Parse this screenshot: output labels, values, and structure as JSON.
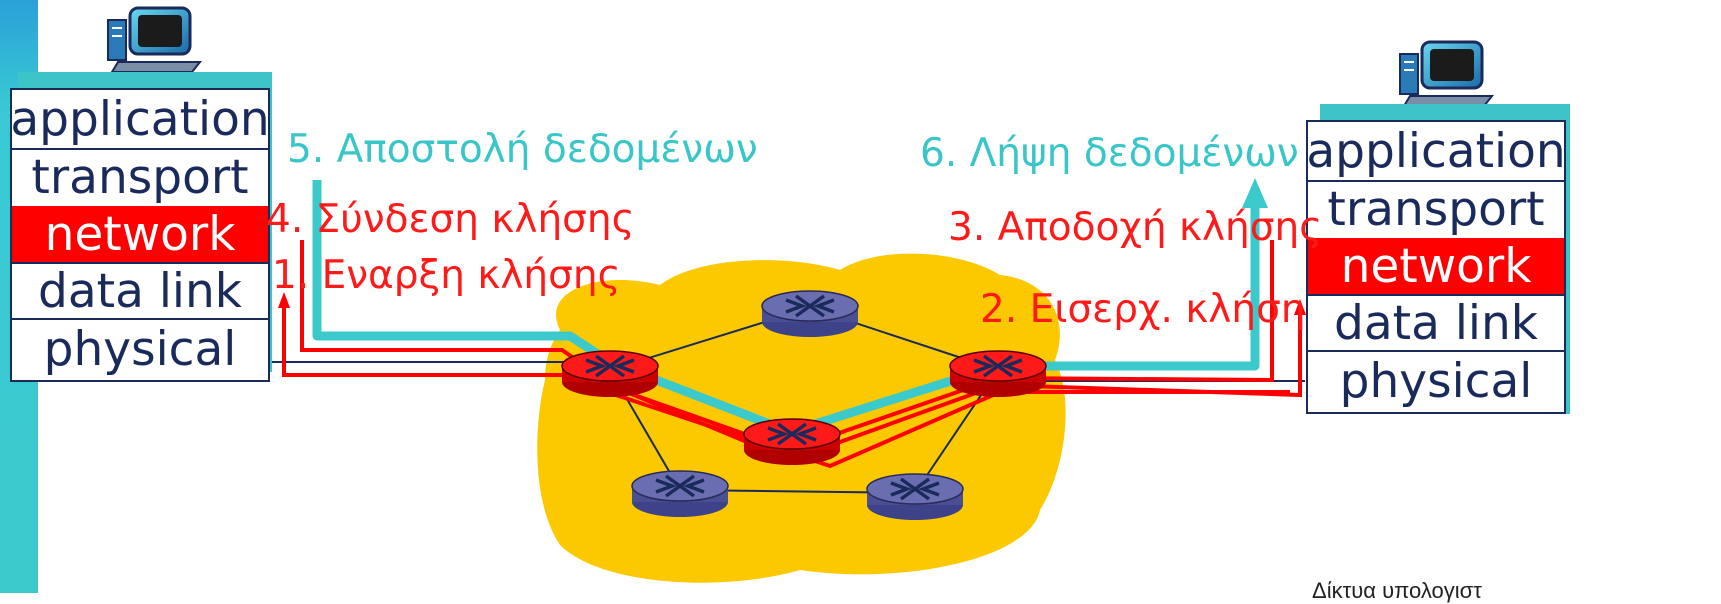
{
  "left_host": {
    "layers": [
      "application",
      "transport",
      "network",
      "data link",
      "physical"
    ],
    "highlighted_layer": "network"
  },
  "right_host": {
    "layers": [
      "application",
      "transport",
      "network",
      "data link",
      "physical"
    ],
    "highlighted_layer": "network"
  },
  "steps": {
    "step1": "1. Εναρξη κλήσης",
    "step2": "2. Εισερχ. κλήση",
    "step3": "3. Αποδοχή κλήσης",
    "step4": "4. Σύνδεση κλήσης",
    "step5": "5. Αποστολή δεδομένων",
    "step6": "6. Λήψη δεδομένων"
  },
  "footer_text": "Δίκτυα υπολογιστ",
  "icons": [
    "computer-icon",
    "router-icon"
  ],
  "colors": {
    "network_cloud": "#fcc800",
    "signaling_path": "#ff0000",
    "data_path": "#3cc9cc",
    "router_active": "#ff0000",
    "router_idle": "#5a5e9e",
    "layer_text": "#1a2a5a"
  }
}
